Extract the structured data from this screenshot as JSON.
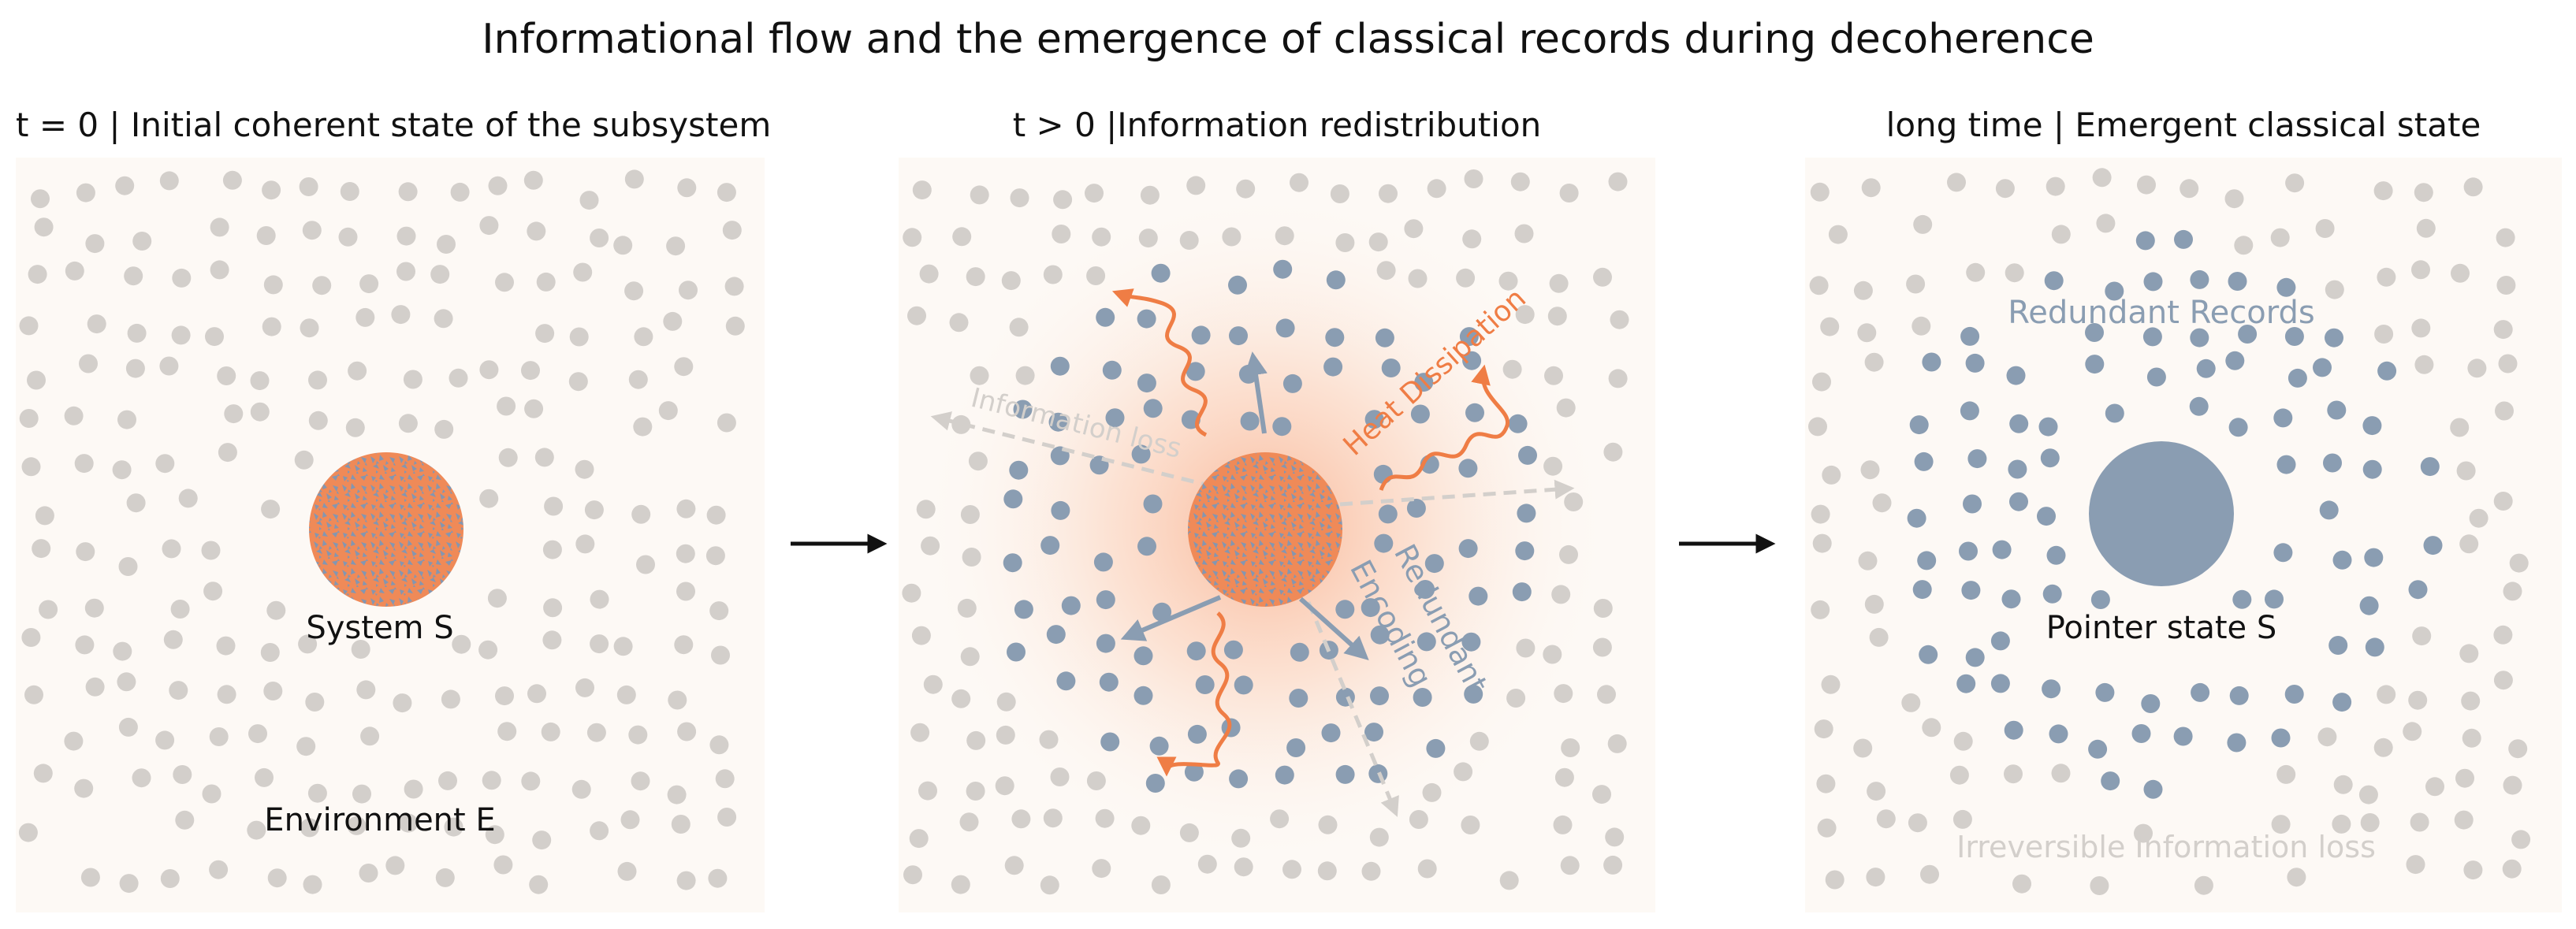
{
  "title": "Informational flow and the emergence of classical records during decoherence",
  "panels": [
    {
      "title": "t = 0 | Initial coherent state of the subsystem",
      "system_label": "System S",
      "environment_label": "Environment E"
    },
    {
      "title": "t > 0 |Information redistribution",
      "heat_label": "Heat Dissipation",
      "loss_label": "Information loss",
      "encoding_label_1": "Redundant",
      "encoding_label_2": "Encoding"
    },
    {
      "title": "long time | Emergent classical state",
      "records_label": "Redundant Records",
      "pointer_label": "Pointer state S",
      "irreversible_label": "Irreversible Information loss"
    }
  ],
  "colors": {
    "environment_dot": "#d3cfcb",
    "record_dot": "#8a9db2",
    "heat": "#ef7d45",
    "arrow_blue": "#8a9db2",
    "loss_arrow": "#d3cfcb",
    "panel_bg": "#fdf9f5"
  }
}
